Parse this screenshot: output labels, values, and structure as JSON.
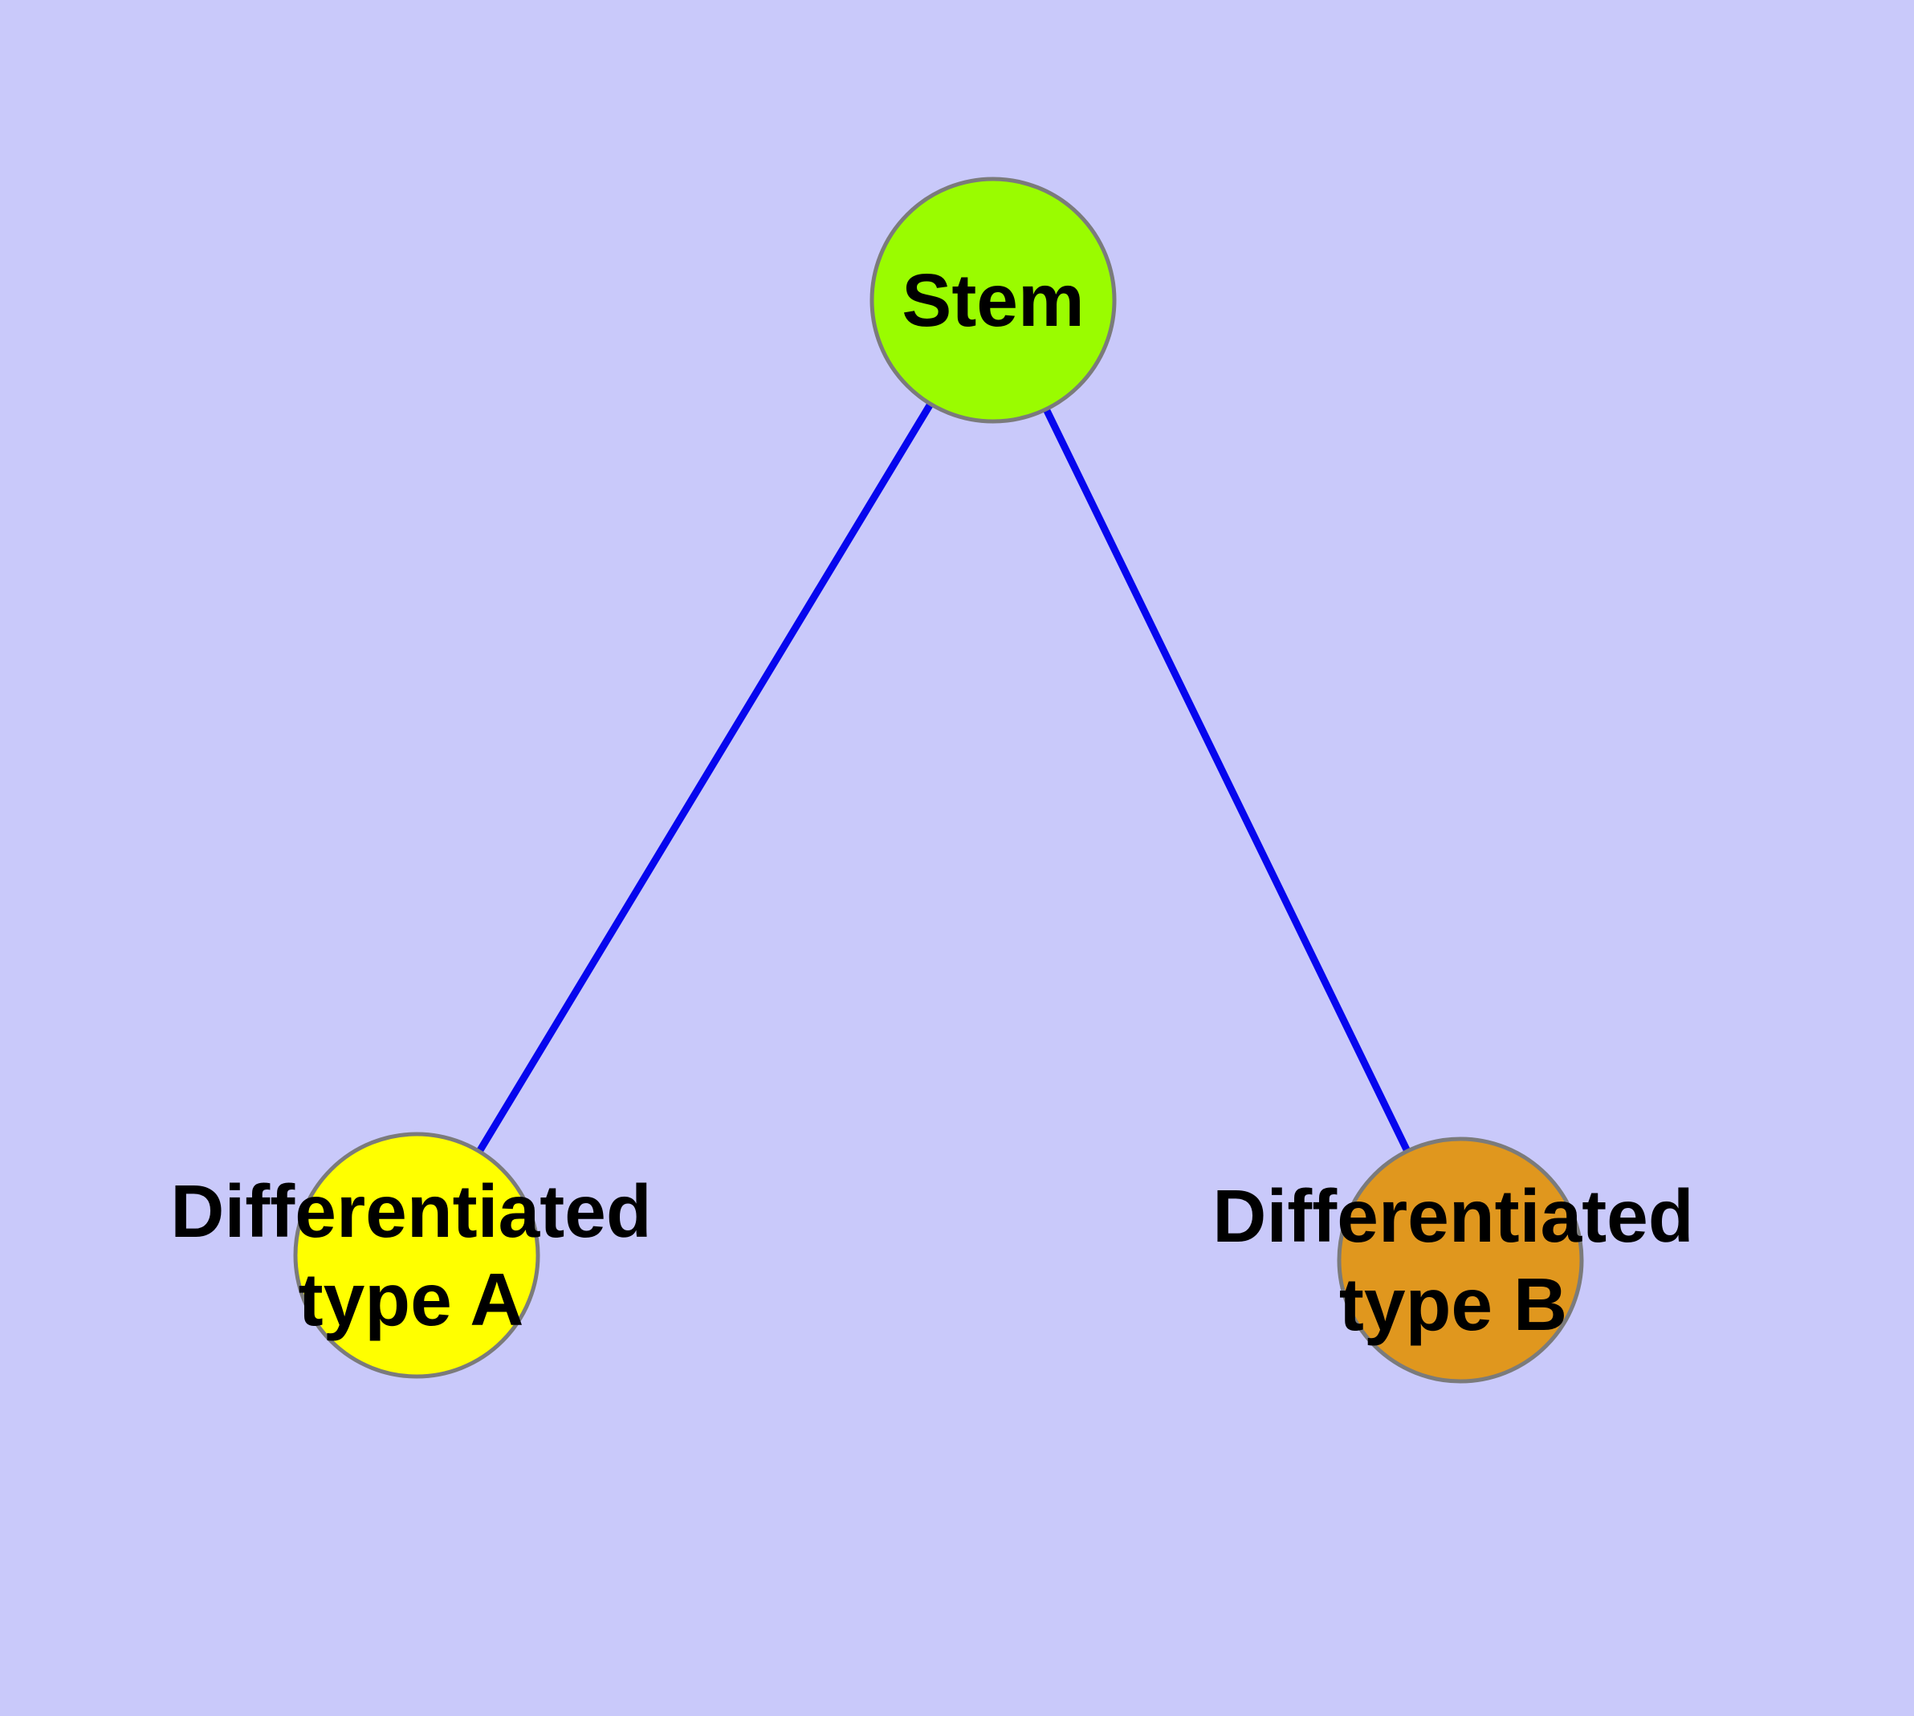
{
  "diagram": {
    "background_color": "#C9C9FA",
    "edge_color": "#0606EE",
    "node_border_color": "#7B7B7B",
    "label_color": "#000000",
    "nodes": [
      {
        "id": "stem",
        "label": "Stem",
        "color": "#9AFC00"
      },
      {
        "id": "type-a",
        "label_line1": "Differentiated",
        "label_line2": "type A",
        "color": "#FFFF00"
      },
      {
        "id": "type-b",
        "label_line1": "Differentiated",
        "label_line2": "type B",
        "color": "#E0971E"
      }
    ],
    "edges": [
      {
        "from": "stem",
        "to": "type-a"
      },
      {
        "from": "stem",
        "to": "type-b"
      }
    ]
  }
}
